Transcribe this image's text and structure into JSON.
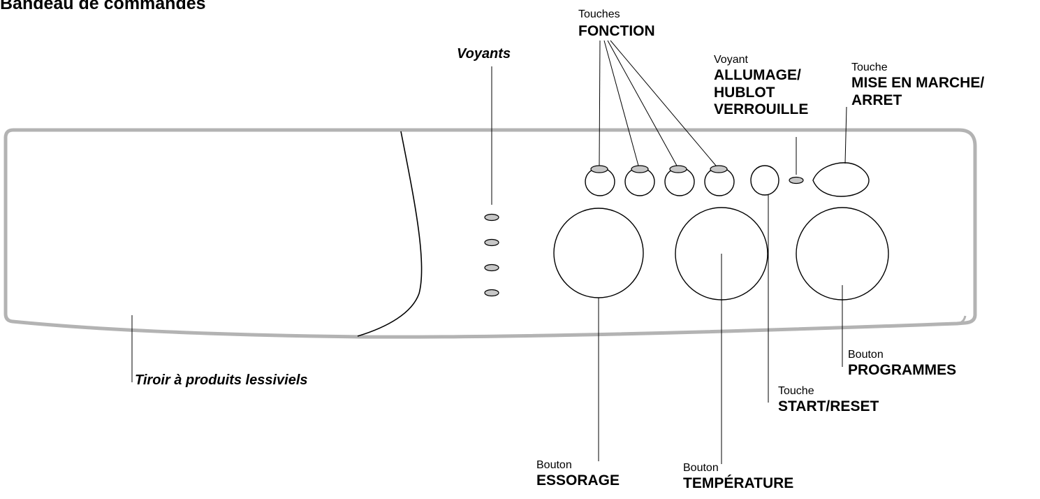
{
  "title": "Bandeau de commandes",
  "colors": {
    "panel_outline": "#b3b3b3",
    "led_fill": "#c7c7c7",
    "line": "#000000",
    "background": "#ffffff"
  },
  "labels": {
    "voyants": "Voyants",
    "touches_small": "Touches",
    "fonction": "FONCTION",
    "voyant_small": "Voyant",
    "allumage_1": "ALLUMAGE/",
    "allumage_2": "HUBLOT",
    "allumage_3": "VERROUILLE",
    "touche_small": "Touche",
    "mise_1": "MISE EN MARCHE/",
    "mise_2": "ARRET",
    "tiroir": "Tiroir à produits lessiviels",
    "bouton_programmes_small": "Bouton",
    "programmes": "PROGRAMMES",
    "touche_start_small": "Touche",
    "start_reset": "START/RESET",
    "bouton_essorage_small": "Bouton",
    "essorage": "ESSORAGE",
    "bouton_temperature_small": "Bouton",
    "temperature": "TEMPÉRATURE"
  }
}
